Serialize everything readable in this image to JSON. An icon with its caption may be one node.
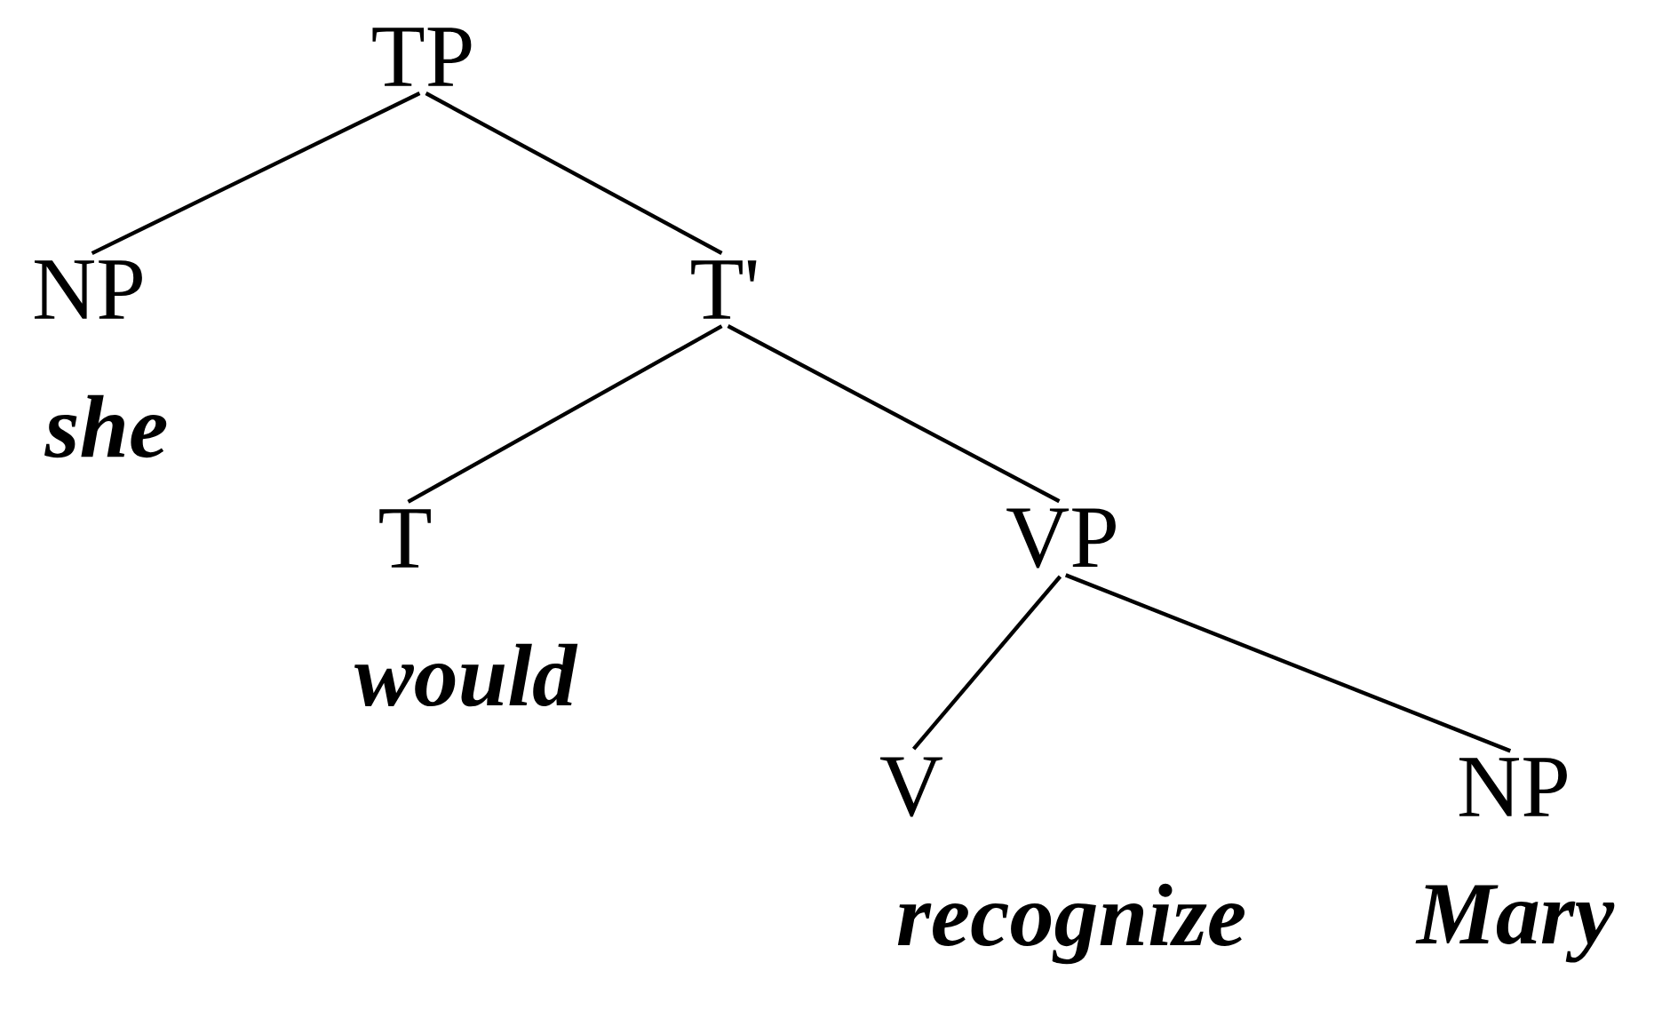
{
  "diagram": {
    "nodes": [
      {
        "text": [
          "TP"
        ]
      },
      {
        "text": [
          "NP"
        ],
        "beside": [
          "she"
        ]
      },
      {
        "text": [
          "T'"
        ]
      },
      {
        "text": [
          "T"
        ],
        "beside": [
          "would"
        ]
      },
      {
        "text": [
          "VP"
        ]
      },
      {
        "text": [
          "V"
        ],
        "beside": [
          "recognize"
        ]
      },
      {
        "text": [
          "NP"
        ],
        "beside": [
          "Mary"
        ]
      }
    ],
    "edges": [
      {
        "from": 0,
        "to": 1,
        "arrow": "none"
      },
      {
        "from": 0,
        "to": 2,
        "arrow": "none"
      },
      {
        "from": 2,
        "to": 3,
        "arrow": "none"
      },
      {
        "from": 2,
        "to": 4,
        "arrow": "none"
      },
      {
        "from": 4,
        "to": 5,
        "arrow": "none"
      },
      {
        "from": 4,
        "to": 6,
        "arrow": "none"
      }
    ]
  }
}
